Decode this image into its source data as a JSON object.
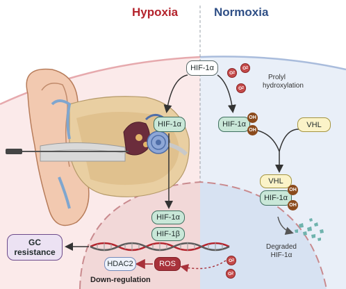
{
  "titles": {
    "hypoxia": "Hypoxia",
    "normoxia": "Normoxia"
  },
  "hypoxia": {
    "hif1a_top": "HIF-1α",
    "hif1a_nucleus": "HIF-1α",
    "hif1a_complex": "HIF-1α",
    "hif1b_complex": "HIF-1β",
    "gc_resistance_line1": "GC",
    "gc_resistance_line2": "resistance",
    "hdac2": "HDAC2",
    "ros": "ROS",
    "down_regulation": "Down-regulation"
  },
  "normoxia": {
    "hif1a_start": "HIF-1α",
    "o2_label": "O",
    "o2_sub": "2",
    "prolyl_line1": "Prolyl",
    "prolyl_line2": "hydroxylation",
    "hif1a_oh": "HIF-1α",
    "oh_label": "OH",
    "vhl": "VHL",
    "vhl_complex": "VHL",
    "hif1a_complex": "HIF-1α",
    "degraded_line1": "Degraded",
    "degraded_line2": "HIF-1α"
  },
  "colors": {
    "hypoxia_title": "#b4232c",
    "normoxia_title": "#2f4f86",
    "hypoxia_bg": "#fbeaea",
    "normoxia_bg": "#e9eff8",
    "hif_green": "#c9e7d8",
    "vhl_yellow": "#fbf3c8",
    "ros_red": "#a8323b",
    "hydroxyl_brown": "#8b4a1c",
    "gc_purple": "#ece2f3"
  }
}
